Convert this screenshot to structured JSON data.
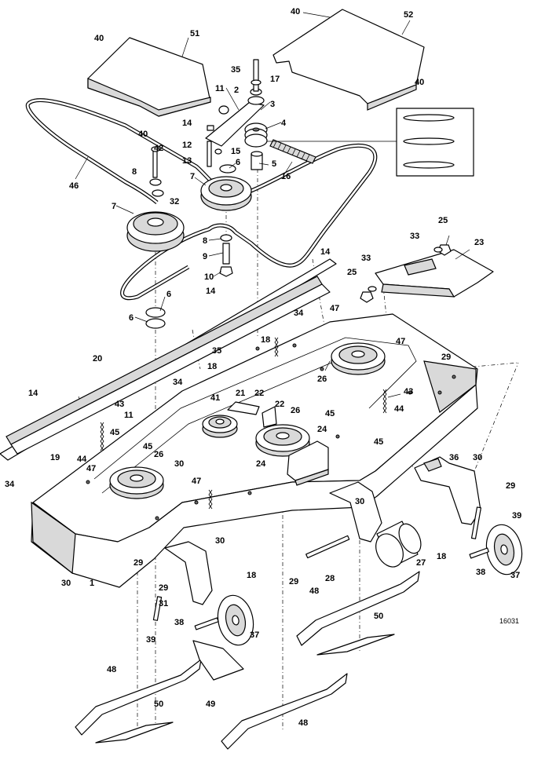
{
  "figure_number": "16031",
  "callouts": [
    "1",
    "2",
    "3",
    "4",
    "5",
    "6",
    "7",
    "8",
    "9",
    "10",
    "11",
    "12",
    "13",
    "14",
    "15",
    "16",
    "17",
    "18",
    "19",
    "20",
    "21",
    "22",
    "23",
    "24",
    "25",
    "26",
    "27",
    "28",
    "29",
    "30",
    "31",
    "32",
    "33",
    "34",
    "35",
    "36",
    "37",
    "38",
    "39",
    "40",
    "41",
    "42",
    "43",
    "44",
    "45",
    "46",
    "47",
    "48",
    "49",
    "50",
    "51",
    "52"
  ]
}
